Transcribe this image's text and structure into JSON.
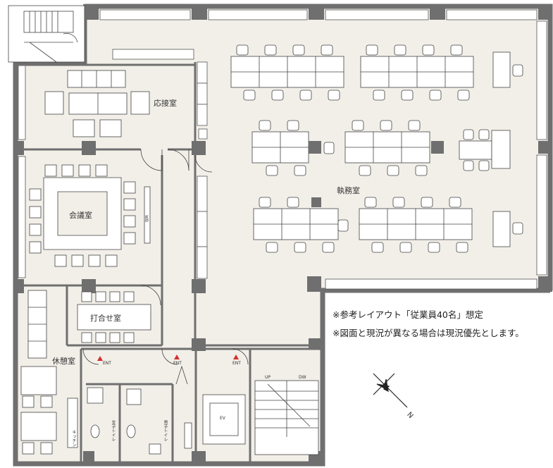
{
  "rooms": {
    "reception": "応接室",
    "office": "執務室",
    "conference": "会議室",
    "meeting": "打合せ室",
    "lounge": "休憩室",
    "womens_toilet": "女子トイレ",
    "mens_toilet": "男子トイレ",
    "kitchen": "キッチン",
    "elevator": "EV",
    "whiteboard": "WB"
  },
  "stairs": {
    "up": "UP",
    "down": "DW"
  },
  "exit_label": "ENT",
  "compass_label": "N",
  "notes": [
    "※参考レイアウト「従業員40名」想定",
    "※図面と現況が異なる場合は現況優先とします。"
  ],
  "colors": {
    "wall": "#6f6f6f",
    "floor": "#f2efe9",
    "line": "#555555",
    "exit_sign": "#d32f2f"
  }
}
